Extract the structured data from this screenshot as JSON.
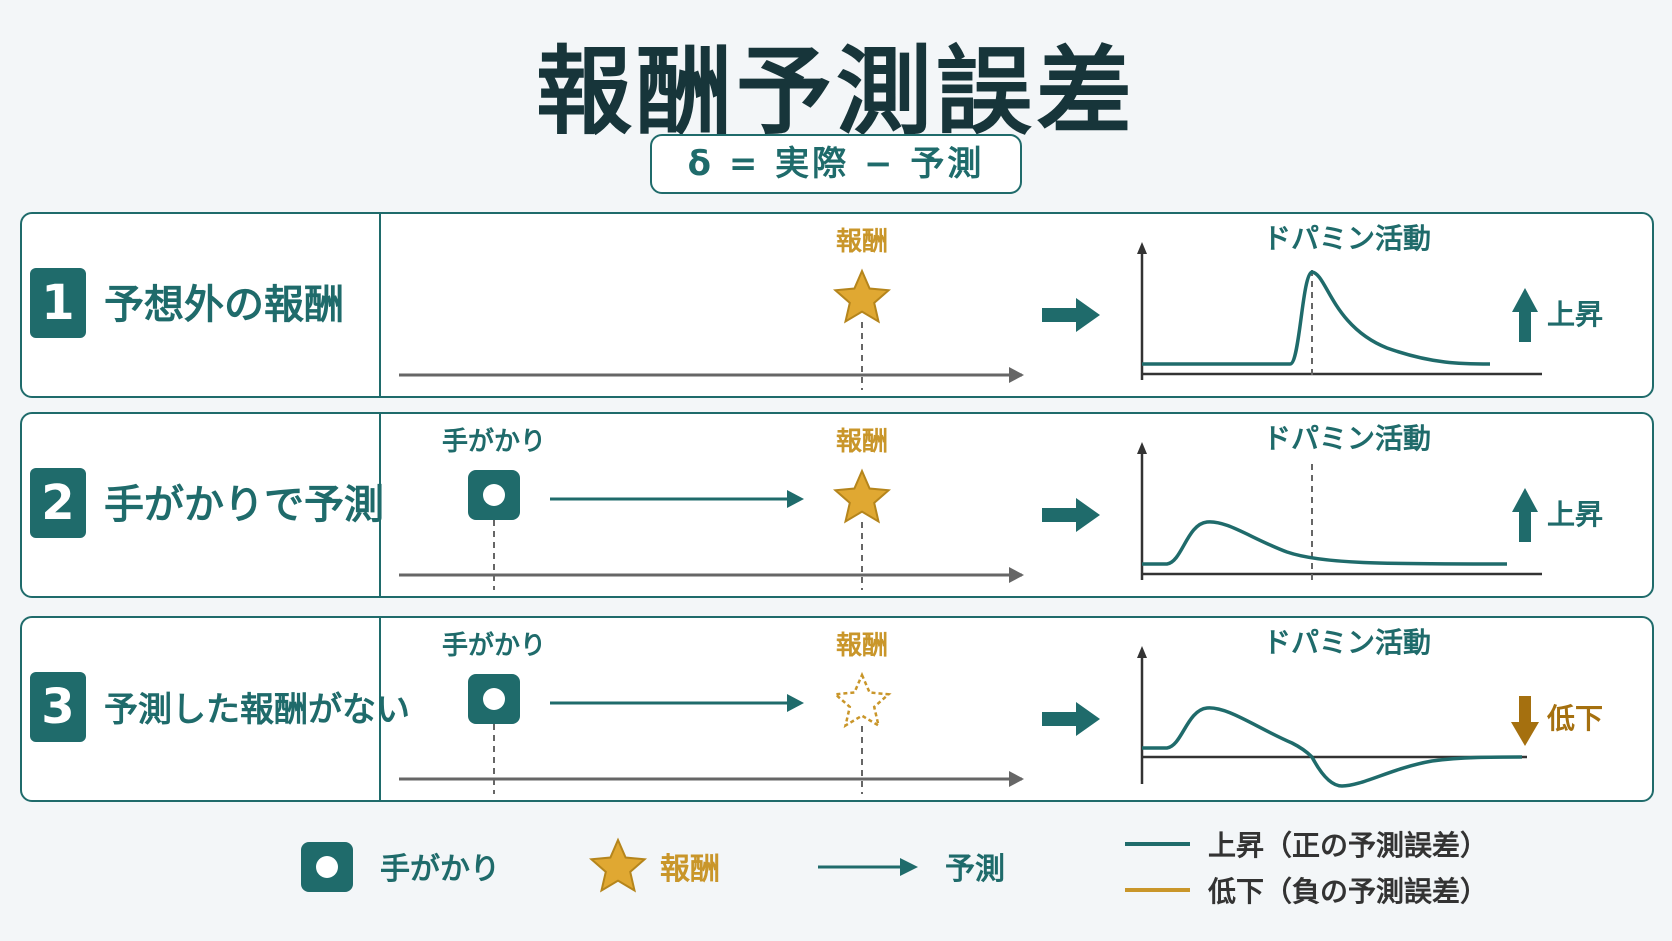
{
  "title": "報酬予測誤差",
  "formula": "δ = 実際 − 予測",
  "panels": [
    {
      "number": "1",
      "label": "予想外の報酬",
      "reward_label": "報酬",
      "graph_title": "ドパミン活動",
      "result": "上昇",
      "cue_label": ""
    },
    {
      "number": "2",
      "label": "手がかりで予測",
      "cue_label": "手がかり",
      "reward_label": "報酬",
      "graph_title": "ドパミン活動",
      "result": "上昇"
    },
    {
      "number": "3",
      "label": "予測した報酬がない",
      "cue_label": "手がかり",
      "reward_label": "報酬",
      "graph_title": "ドパミン活動",
      "result": "低下"
    }
  ],
  "legend": {
    "cue": "手がかり",
    "reward": "報酬",
    "prediction": "予測",
    "increase": "上昇（正の予測誤差）",
    "decrease": "低下（負の予測誤差）"
  },
  "colors": {
    "teal": "#1f6b6b",
    "gold": "#c9962a",
    "brown": "#a5700f",
    "axis": "#555555"
  }
}
